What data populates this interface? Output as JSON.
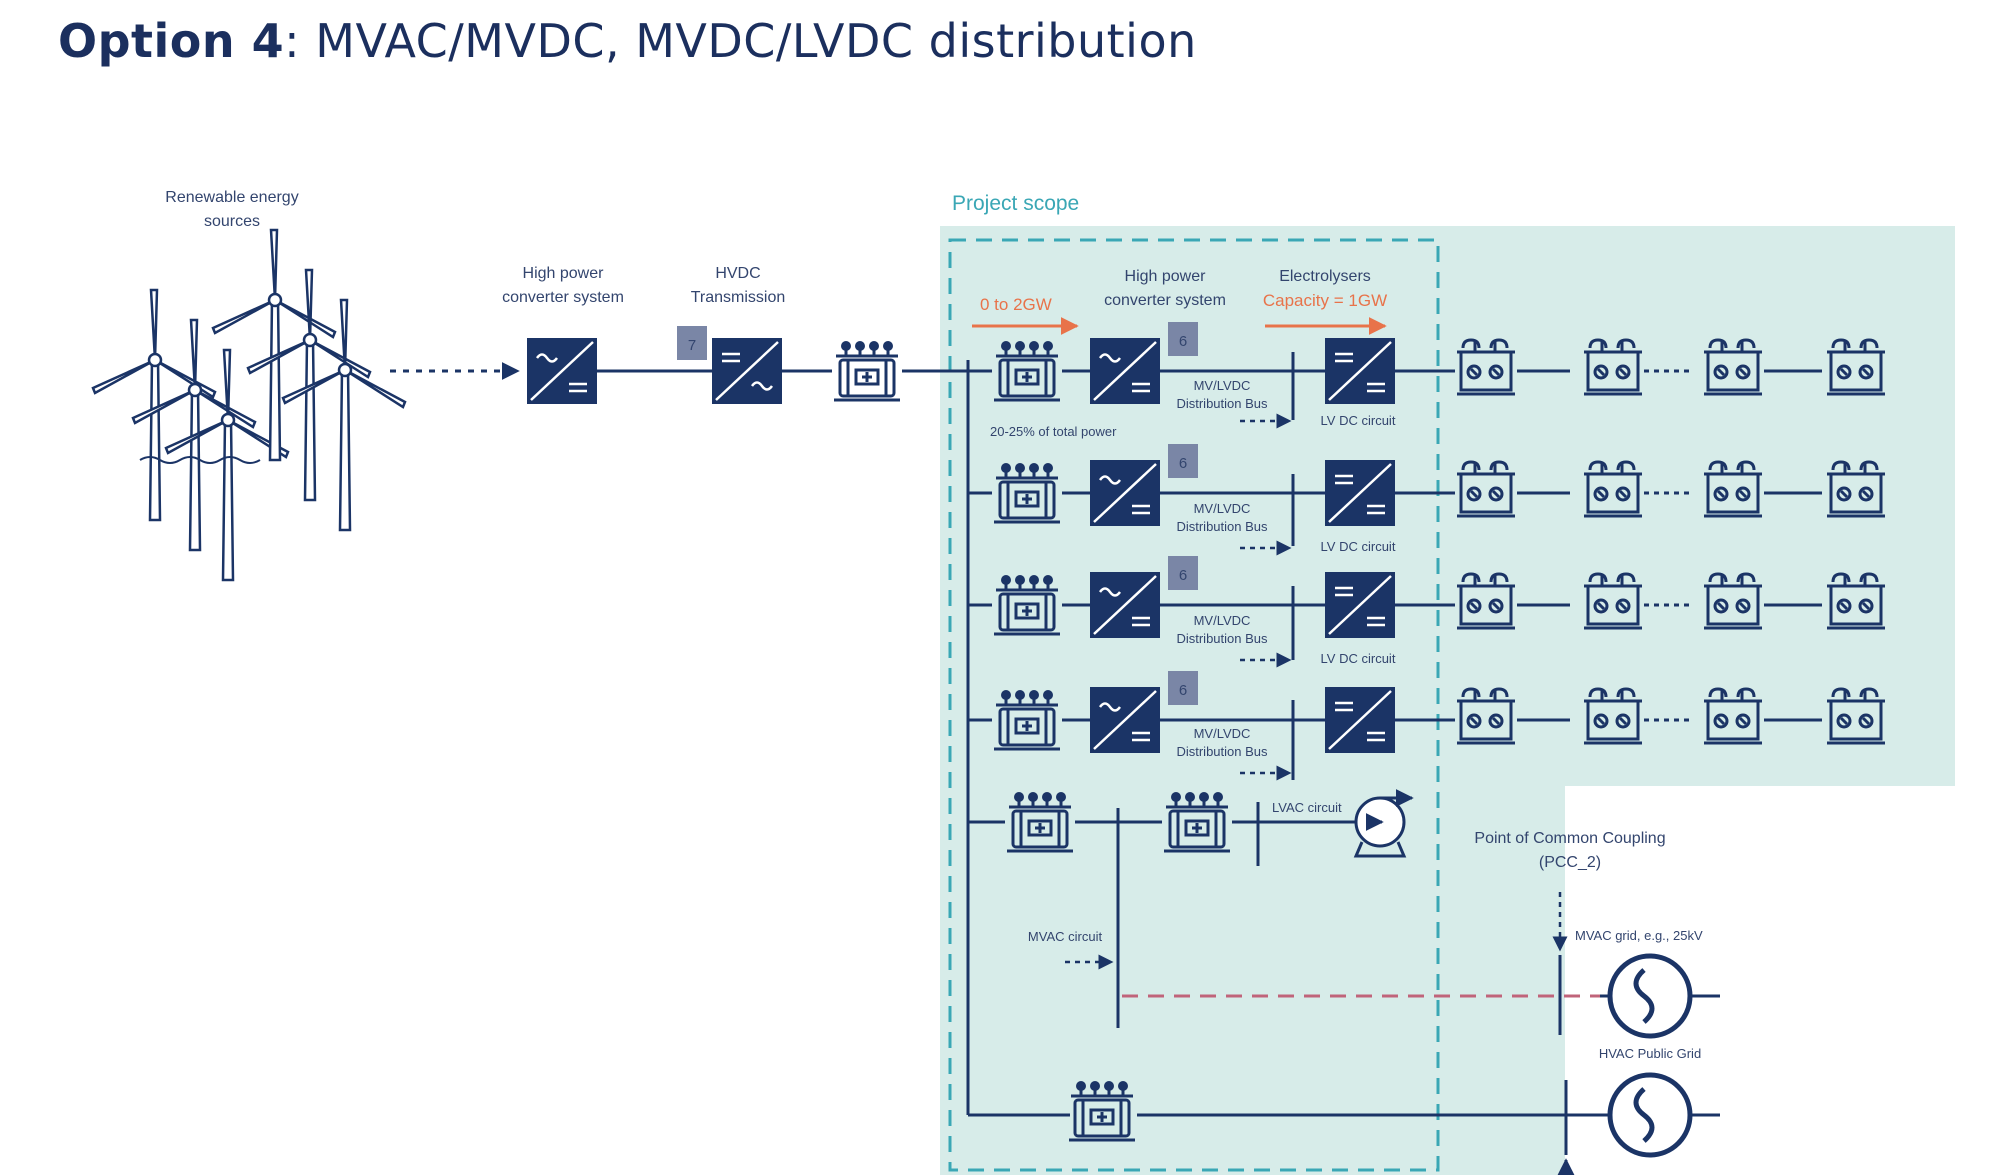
{
  "title": {
    "bold": "Option 4",
    "rest": ": MVAC/MVDC, MVDC/LVDC distribution"
  },
  "labels": {
    "renewable_line1": "Renewable energy",
    "renewable_line2": "sources",
    "hp_converter_line1": "High power",
    "hp_converter_line2": "converter system",
    "hvdc_line1": "HVDC",
    "hvdc_line2": "Transmission",
    "project_scope": "Project scope",
    "range": "0 to 2GW",
    "hp_converter2_line1": "High power",
    "hp_converter2_line2": "converter system",
    "electrolysers": "Electrolysers",
    "capacity": "Capacity = 1GW",
    "mv_lvdc_line1": "MV/LVDC",
    "mv_lvdc_line2": "Distribution Bus",
    "lv_dc_circuit": "LV DC circuit",
    "share": "20-25% of total power",
    "lvac_circuit": "LVAC circuit",
    "mvac_circuit": "MVAC circuit",
    "pcc_line1": "Point of Common Coupling",
    "pcc_line2": "(PCC_2)",
    "mvac_grid": "MVAC grid, e.g., 25kV",
    "hvac_public_grid": "HVAC Public Grid",
    "badge_7": "7",
    "badge_6": "6"
  },
  "colors": {
    "navy": "#1b3466",
    "scope_fill": "#d7ece9",
    "scope_border": "#3aa7b5",
    "orange": "#e8734a",
    "dashed_red": "#c0647a",
    "badge": "#7a86a6"
  }
}
